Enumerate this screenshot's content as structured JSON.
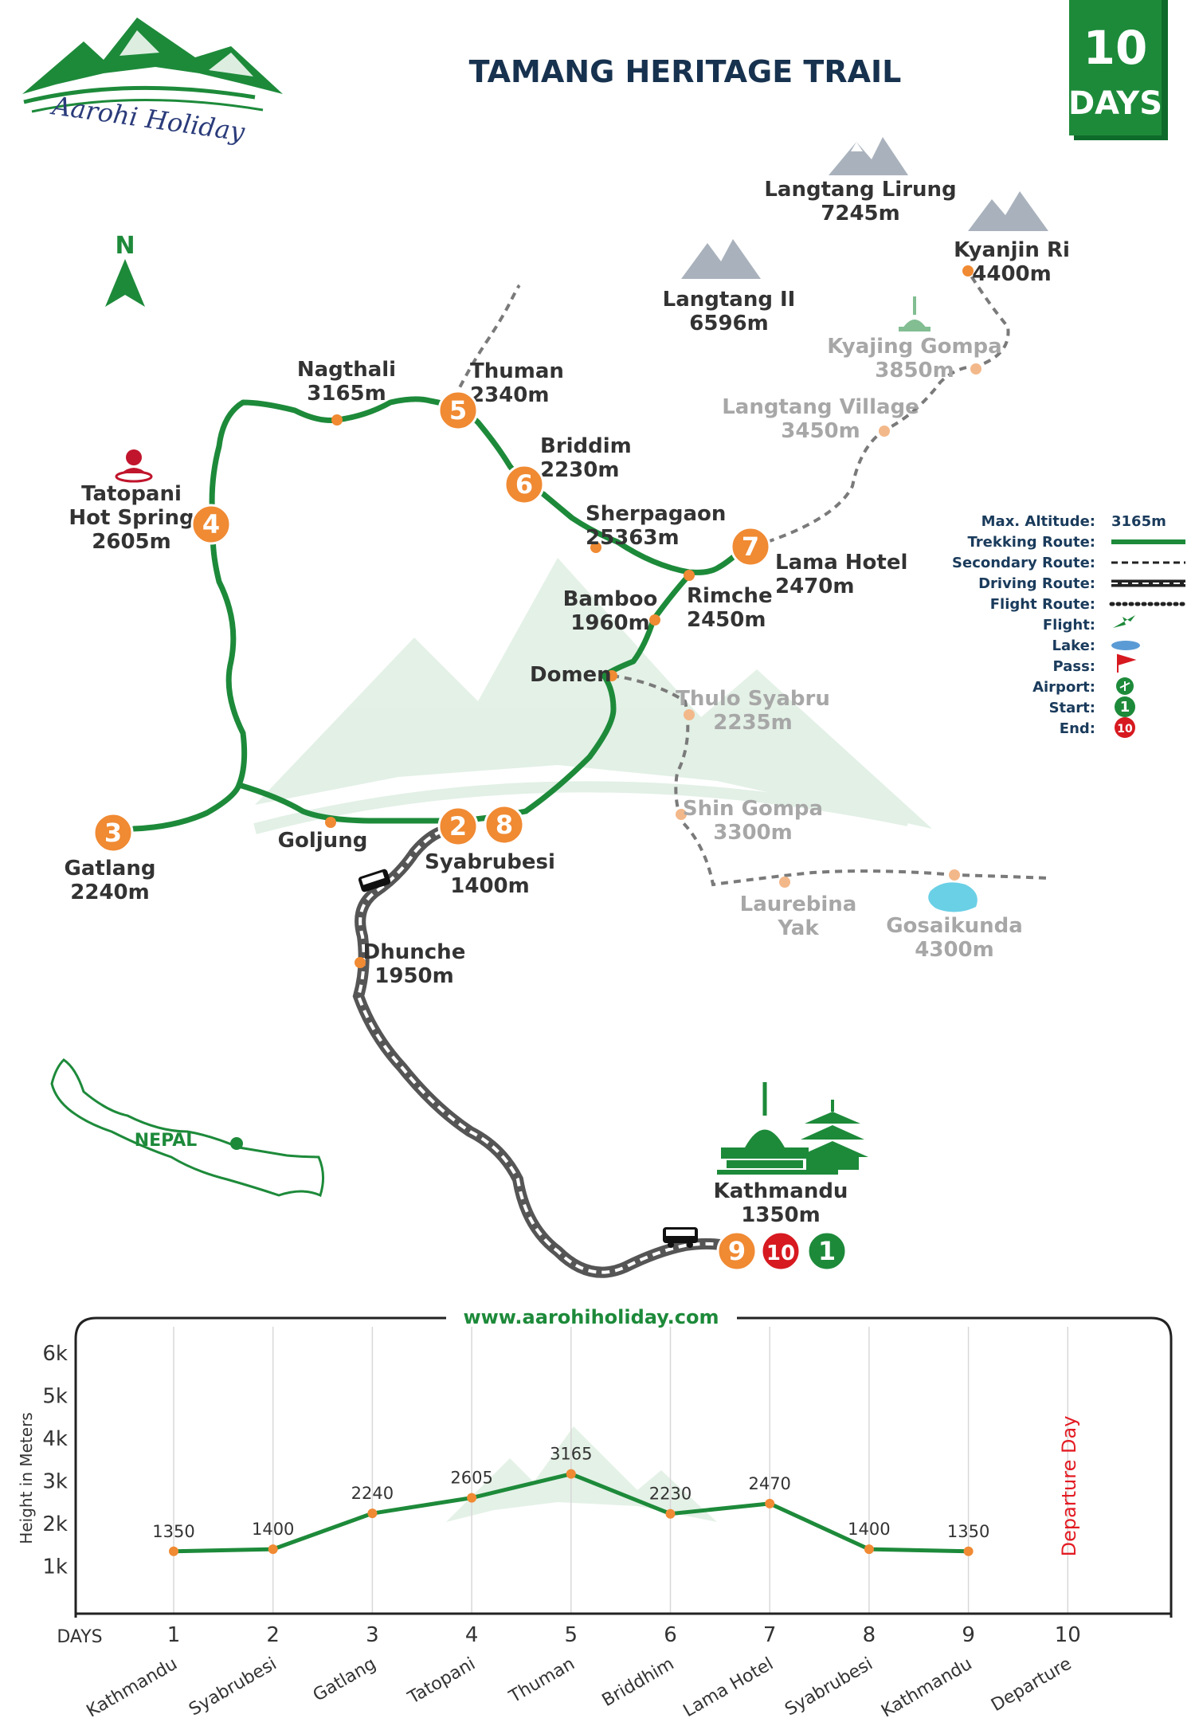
{
  "brand": {
    "name": "Aarohi Holiday",
    "website": "www.aarohiholiday.com",
    "green": "#1d8a3a",
    "orange": "#f08a33",
    "red": "#d71920",
    "navy": "#17324f"
  },
  "title": "TAMANG HERITAGE TRAIL",
  "badge": {
    "number": "10",
    "unit": "DAYS"
  },
  "north": "N",
  "peaks": [
    {
      "name": "Langtang Lirung",
      "alt": "7245m"
    },
    {
      "name": "Langtang II",
      "alt": "6596m"
    },
    {
      "name": "Kyanjin Ri",
      "alt": "4400m"
    }
  ],
  "places": [
    {
      "id": "nagthali",
      "name": "Nagthali",
      "alt": "3165m",
      "style": "dark"
    },
    {
      "id": "thuman",
      "name": "Thuman",
      "alt": "2340m",
      "style": "dark"
    },
    {
      "id": "briddim",
      "name": "Briddim",
      "alt": "2230m",
      "style": "dark"
    },
    {
      "id": "sherpagaon",
      "name": "Sherpagaon",
      "alt": "25363m",
      "style": "dark"
    },
    {
      "id": "lamahotel",
      "name": "Lama Hotel",
      "alt": "2470m",
      "style": "dark"
    },
    {
      "id": "rimche",
      "name": "Rimche",
      "alt": "2450m",
      "style": "dark"
    },
    {
      "id": "bamboo",
      "name": "Bamboo",
      "alt": "1960m",
      "style": "dark"
    },
    {
      "id": "domen",
      "name": "Domen",
      "alt": "",
      "style": "dark"
    },
    {
      "id": "tatopani",
      "name": "Tatopani",
      "name2": "Hot Spring",
      "alt": "2605m",
      "style": "dark"
    },
    {
      "id": "gatlang",
      "name": "Gatlang",
      "alt": "2240m",
      "style": "dark"
    },
    {
      "id": "goljung",
      "name": "Goljung",
      "alt": "",
      "style": "dark"
    },
    {
      "id": "syabrubesi",
      "name": "Syabrubesi",
      "alt": "1400m",
      "style": "dark"
    },
    {
      "id": "dhunche",
      "name": "Dhunche",
      "alt": "1950m",
      "style": "dark"
    },
    {
      "id": "kathmandu",
      "name": "Kathmandu",
      "alt": "1350m",
      "style": "dark"
    },
    {
      "id": "kyajing",
      "name": "Kyajing Gompa",
      "alt": "3850m",
      "style": "grey"
    },
    {
      "id": "langtangvillage",
      "name": "Langtang Village",
      "alt": "3450m",
      "style": "grey"
    },
    {
      "id": "thulosyabru",
      "name": "Thulo Syabru",
      "alt": "2235m",
      "style": "grey"
    },
    {
      "id": "shingompa",
      "name": "Shin Gompa",
      "alt": "3300m",
      "style": "grey"
    },
    {
      "id": "laurebina",
      "name": "Laurebina",
      "name2": "Yak",
      "alt": "",
      "style": "grey"
    },
    {
      "id": "gosaikunda",
      "name": "Gosaikunda",
      "alt": "4300m",
      "style": "grey"
    }
  ],
  "day_markers": [
    "2",
    "3",
    "4",
    "5",
    "6",
    "7",
    "8",
    "9",
    "10",
    "1"
  ],
  "nepal_label": "NEPAL",
  "legend": [
    {
      "label": "Max. Altitude:",
      "value": "3165m"
    },
    {
      "label": "Trekking Route:"
    },
    {
      "label": "Secondary Route:"
    },
    {
      "label": "Driving Route:"
    },
    {
      "label": "Flight Route:"
    },
    {
      "label": "Flight:",
      "icon": "plane-icon"
    },
    {
      "label": "Lake:",
      "icon": "lake-icon"
    },
    {
      "label": "Pass:",
      "icon": "flag-icon"
    },
    {
      "label": "Airport:",
      "icon": "airport-icon"
    },
    {
      "label": "Start:",
      "icon": "start-marker",
      "value": "1"
    },
    {
      "label": "End:",
      "icon": "end-marker",
      "value": "10"
    }
  ],
  "chart_data": {
    "type": "line",
    "ylabel": "Height in Meters",
    "xlabel": "DAYS",
    "ylim": [
      0,
      6500
    ],
    "yticks": [
      "1k",
      "2k",
      "3k",
      "4k",
      "5k",
      "6k"
    ],
    "days": [
      "1",
      "2",
      "3",
      "4",
      "5",
      "6",
      "7",
      "8",
      "9",
      "10"
    ],
    "places": [
      "Kathmandu",
      "Syabrubesi",
      "Gatlang",
      "Tatopani",
      "Thuman",
      "Briddhim",
      "Lama Hotel",
      "Syabrubesi",
      "Kathmandu",
      "Departure"
    ],
    "values": [
      1350,
      1400,
      2240,
      2605,
      3165,
      2230,
      2470,
      1400,
      1350
    ],
    "value_labels": [
      "1350",
      "1400",
      "2240",
      "2605",
      "3165",
      "2230",
      "2470",
      "1400",
      "1350"
    ],
    "annotation": "Departure Day"
  }
}
